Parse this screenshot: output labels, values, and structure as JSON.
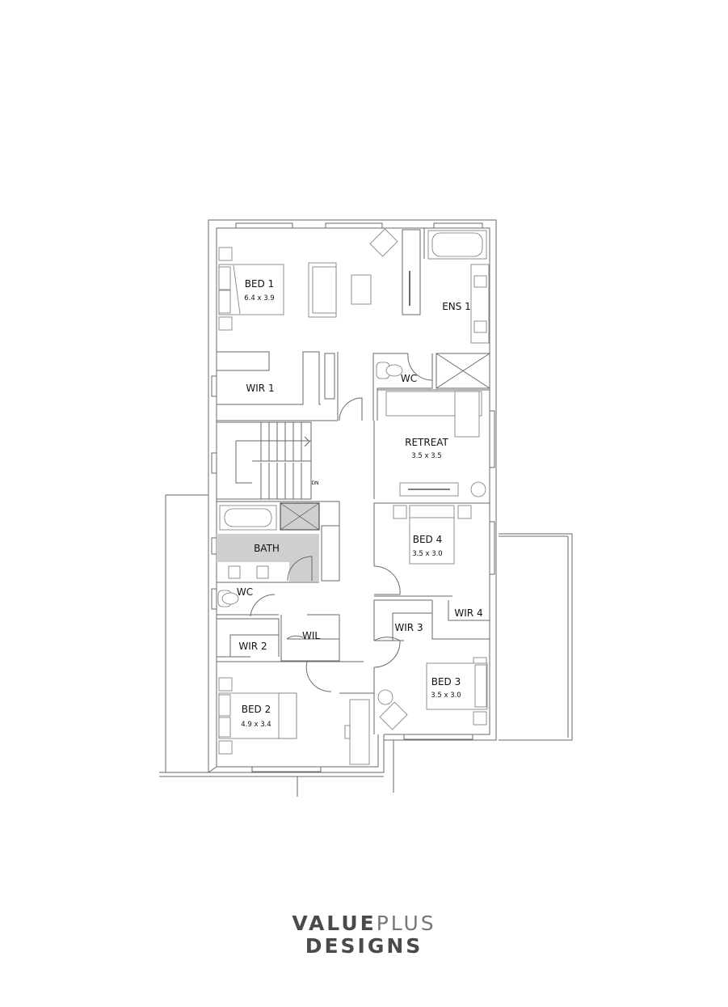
{
  "rooms": {
    "bed1": {
      "name": "BED 1",
      "size": "6.4 x 3.9"
    },
    "ens1": {
      "name": "ENS 1"
    },
    "wir1": {
      "name": "WIR 1"
    },
    "wc1": {
      "name": "WC"
    },
    "retreat": {
      "name": "RETREAT",
      "size": "3.5 x 3.5"
    },
    "stair": {
      "name": "DN"
    },
    "bath": {
      "name": "BATH"
    },
    "wc2": {
      "name": "WC"
    },
    "wir2": {
      "name": "WIR 2"
    },
    "wil": {
      "name": "WIL"
    },
    "bed2": {
      "name": "BED 2",
      "size": "4.9 x 3.4"
    },
    "bed4": {
      "name": "BED 4",
      "size": "3.5 x 3.0"
    },
    "wir3": {
      "name": "WIR 3"
    },
    "wir4": {
      "name": "WIR 4"
    },
    "bed3": {
      "name": "BED 3",
      "size": "3.5 x 3.0"
    }
  },
  "logo": {
    "line1_bold": "VALUE",
    "line1_light": "PLUS",
    "line2": "DESIGNS"
  },
  "colors": {
    "wall": "#6a6a6a",
    "wet_area": "#cfcfcf",
    "logo": "#4a4a4a"
  }
}
